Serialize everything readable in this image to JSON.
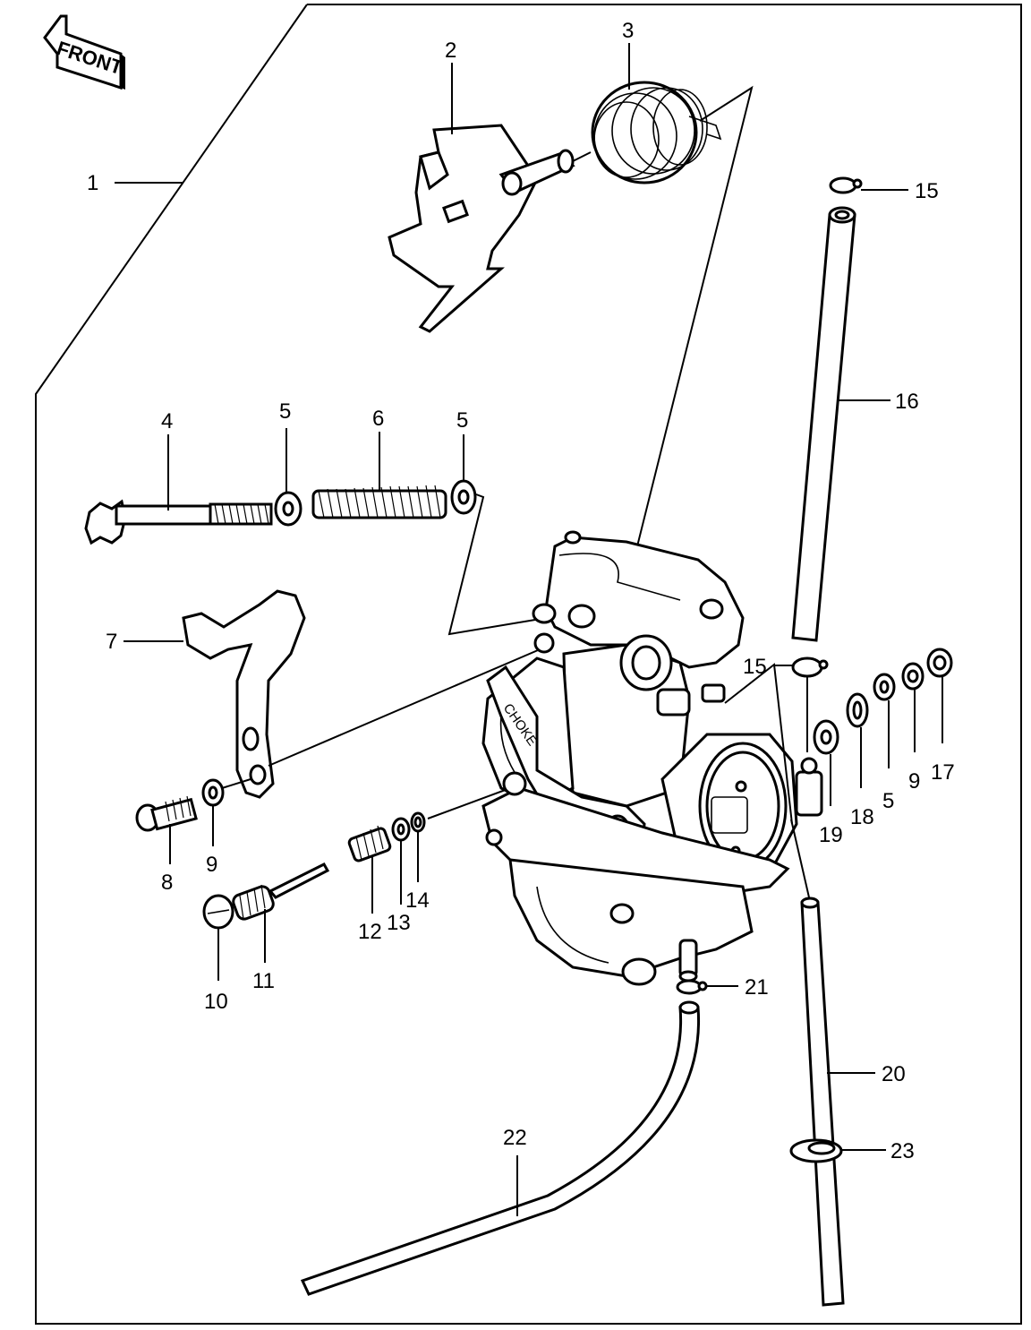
{
  "front_badge": "FRONT",
  "callouts": {
    "c1": "1",
    "c2": "2",
    "c3": "3",
    "c4": "4",
    "c5a": "5",
    "c6": "6",
    "c5b": "5",
    "c7": "7",
    "c8": "8",
    "c9a": "9",
    "c10": "10",
    "c11": "11",
    "c12": "12",
    "c13": "13",
    "c14": "14",
    "c15a": "15",
    "c16": "16",
    "c15b": "15",
    "c19": "19",
    "c18": "18",
    "c5c": "5",
    "c9b": "9",
    "c17": "17",
    "c21": "21",
    "c20": "20",
    "c22": "22",
    "c23": "23"
  },
  "choke_embossing": "CHOKE"
}
